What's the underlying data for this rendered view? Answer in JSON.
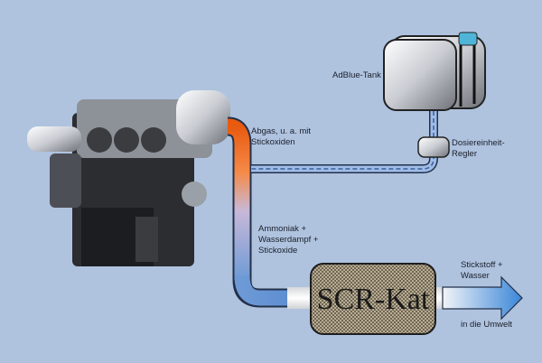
{
  "labels": {
    "tank": "AdBlue-Tank",
    "exhaust": [
      "Abgas, u. a. mit",
      "Stickoxiden"
    ],
    "doser": [
      "Dosiereinheit-",
      "Regler"
    ],
    "mix": [
      "Ammoniak +",
      "Wasserdampf +",
      "Stickoxide"
    ],
    "catalyst": "SCR-Kat",
    "output": [
      "Stickstoff +",
      "Wasser"
    ],
    "environment": "in die Umwelt"
  },
  "colors": {
    "background": "#afc3df",
    "exhaust_hot": "#f06a1e",
    "exhaust_cool": "#5d8fd0",
    "adblue_line": "#3c5fa0"
  }
}
